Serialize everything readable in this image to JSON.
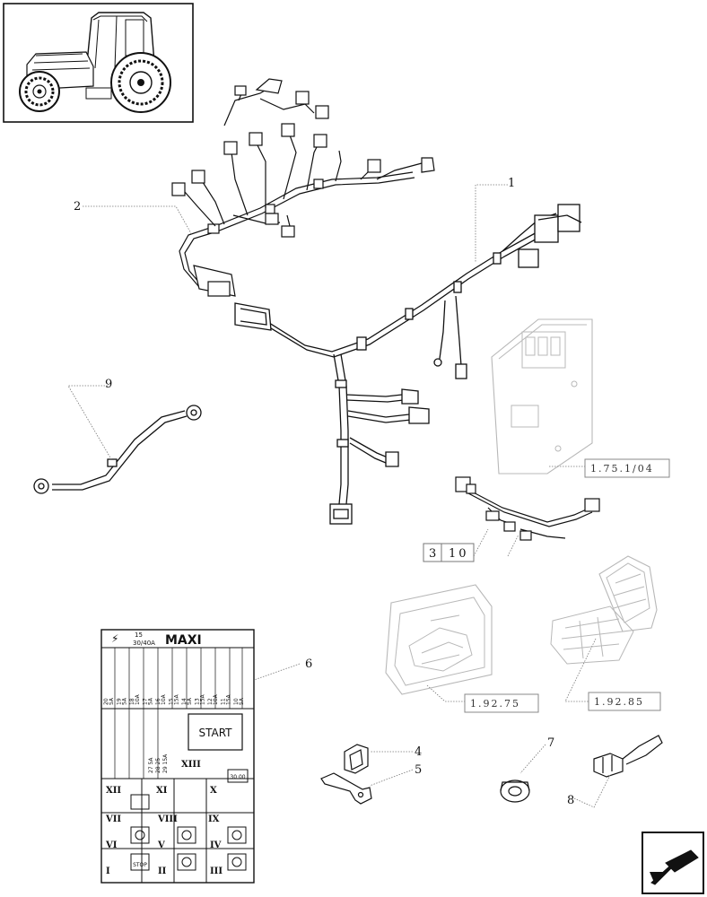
{
  "callouts": {
    "c1": "1",
    "c2": "2",
    "c3": "3",
    "c4": "4",
    "c5": "5",
    "c6": "6",
    "c7": "7",
    "c8": "8",
    "c9": "9",
    "c10": "10"
  },
  "references": {
    "ecu_ref": "1.75.1/04",
    "light_ref": "1.92.75",
    "seat_ref": "1.92.85"
  },
  "fuse_box": {
    "title": "MAXI",
    "maxi_rating_top": "15",
    "maxi_rating": "30/40A",
    "start_label": "START",
    "stop_label": "STOP",
    "relay_numerals": [
      "XII",
      "XI",
      "X",
      "VII",
      "VIII",
      "IX",
      "VI",
      "V",
      "IV",
      "I",
      "II",
      "III"
    ],
    "fuse_label_xiii": "XIII",
    "columns": [
      {
        "num": "20",
        "amp": "5A"
      },
      {
        "num": "19",
        "amp": "5A"
      },
      {
        "num": "18",
        "amp": "10A"
      },
      {
        "num": "17",
        "amp": "5A"
      },
      {
        "num": "16",
        "amp": "10A"
      },
      {
        "num": "15",
        "amp": "15A"
      },
      {
        "num": "14",
        "amp": "5A"
      },
      {
        "num": "13",
        "amp": "15A"
      },
      {
        "num": "12",
        "amp": "10A"
      },
      {
        "num": "11",
        "amp": "15A"
      },
      {
        "num": "10",
        "amp": "5A"
      }
    ],
    "lower_fuses": [
      "27",
      "28",
      "29"
    ],
    "lower_amps": [
      "5A",
      "25",
      "15A"
    ],
    "relay_small": "30 00"
  },
  "colors": {
    "line": "#111111",
    "faint": "#b8b8b8",
    "leader": "#777777"
  },
  "icons": [
    "tractor-thumbnail-icon",
    "back-arrow-icon"
  ]
}
